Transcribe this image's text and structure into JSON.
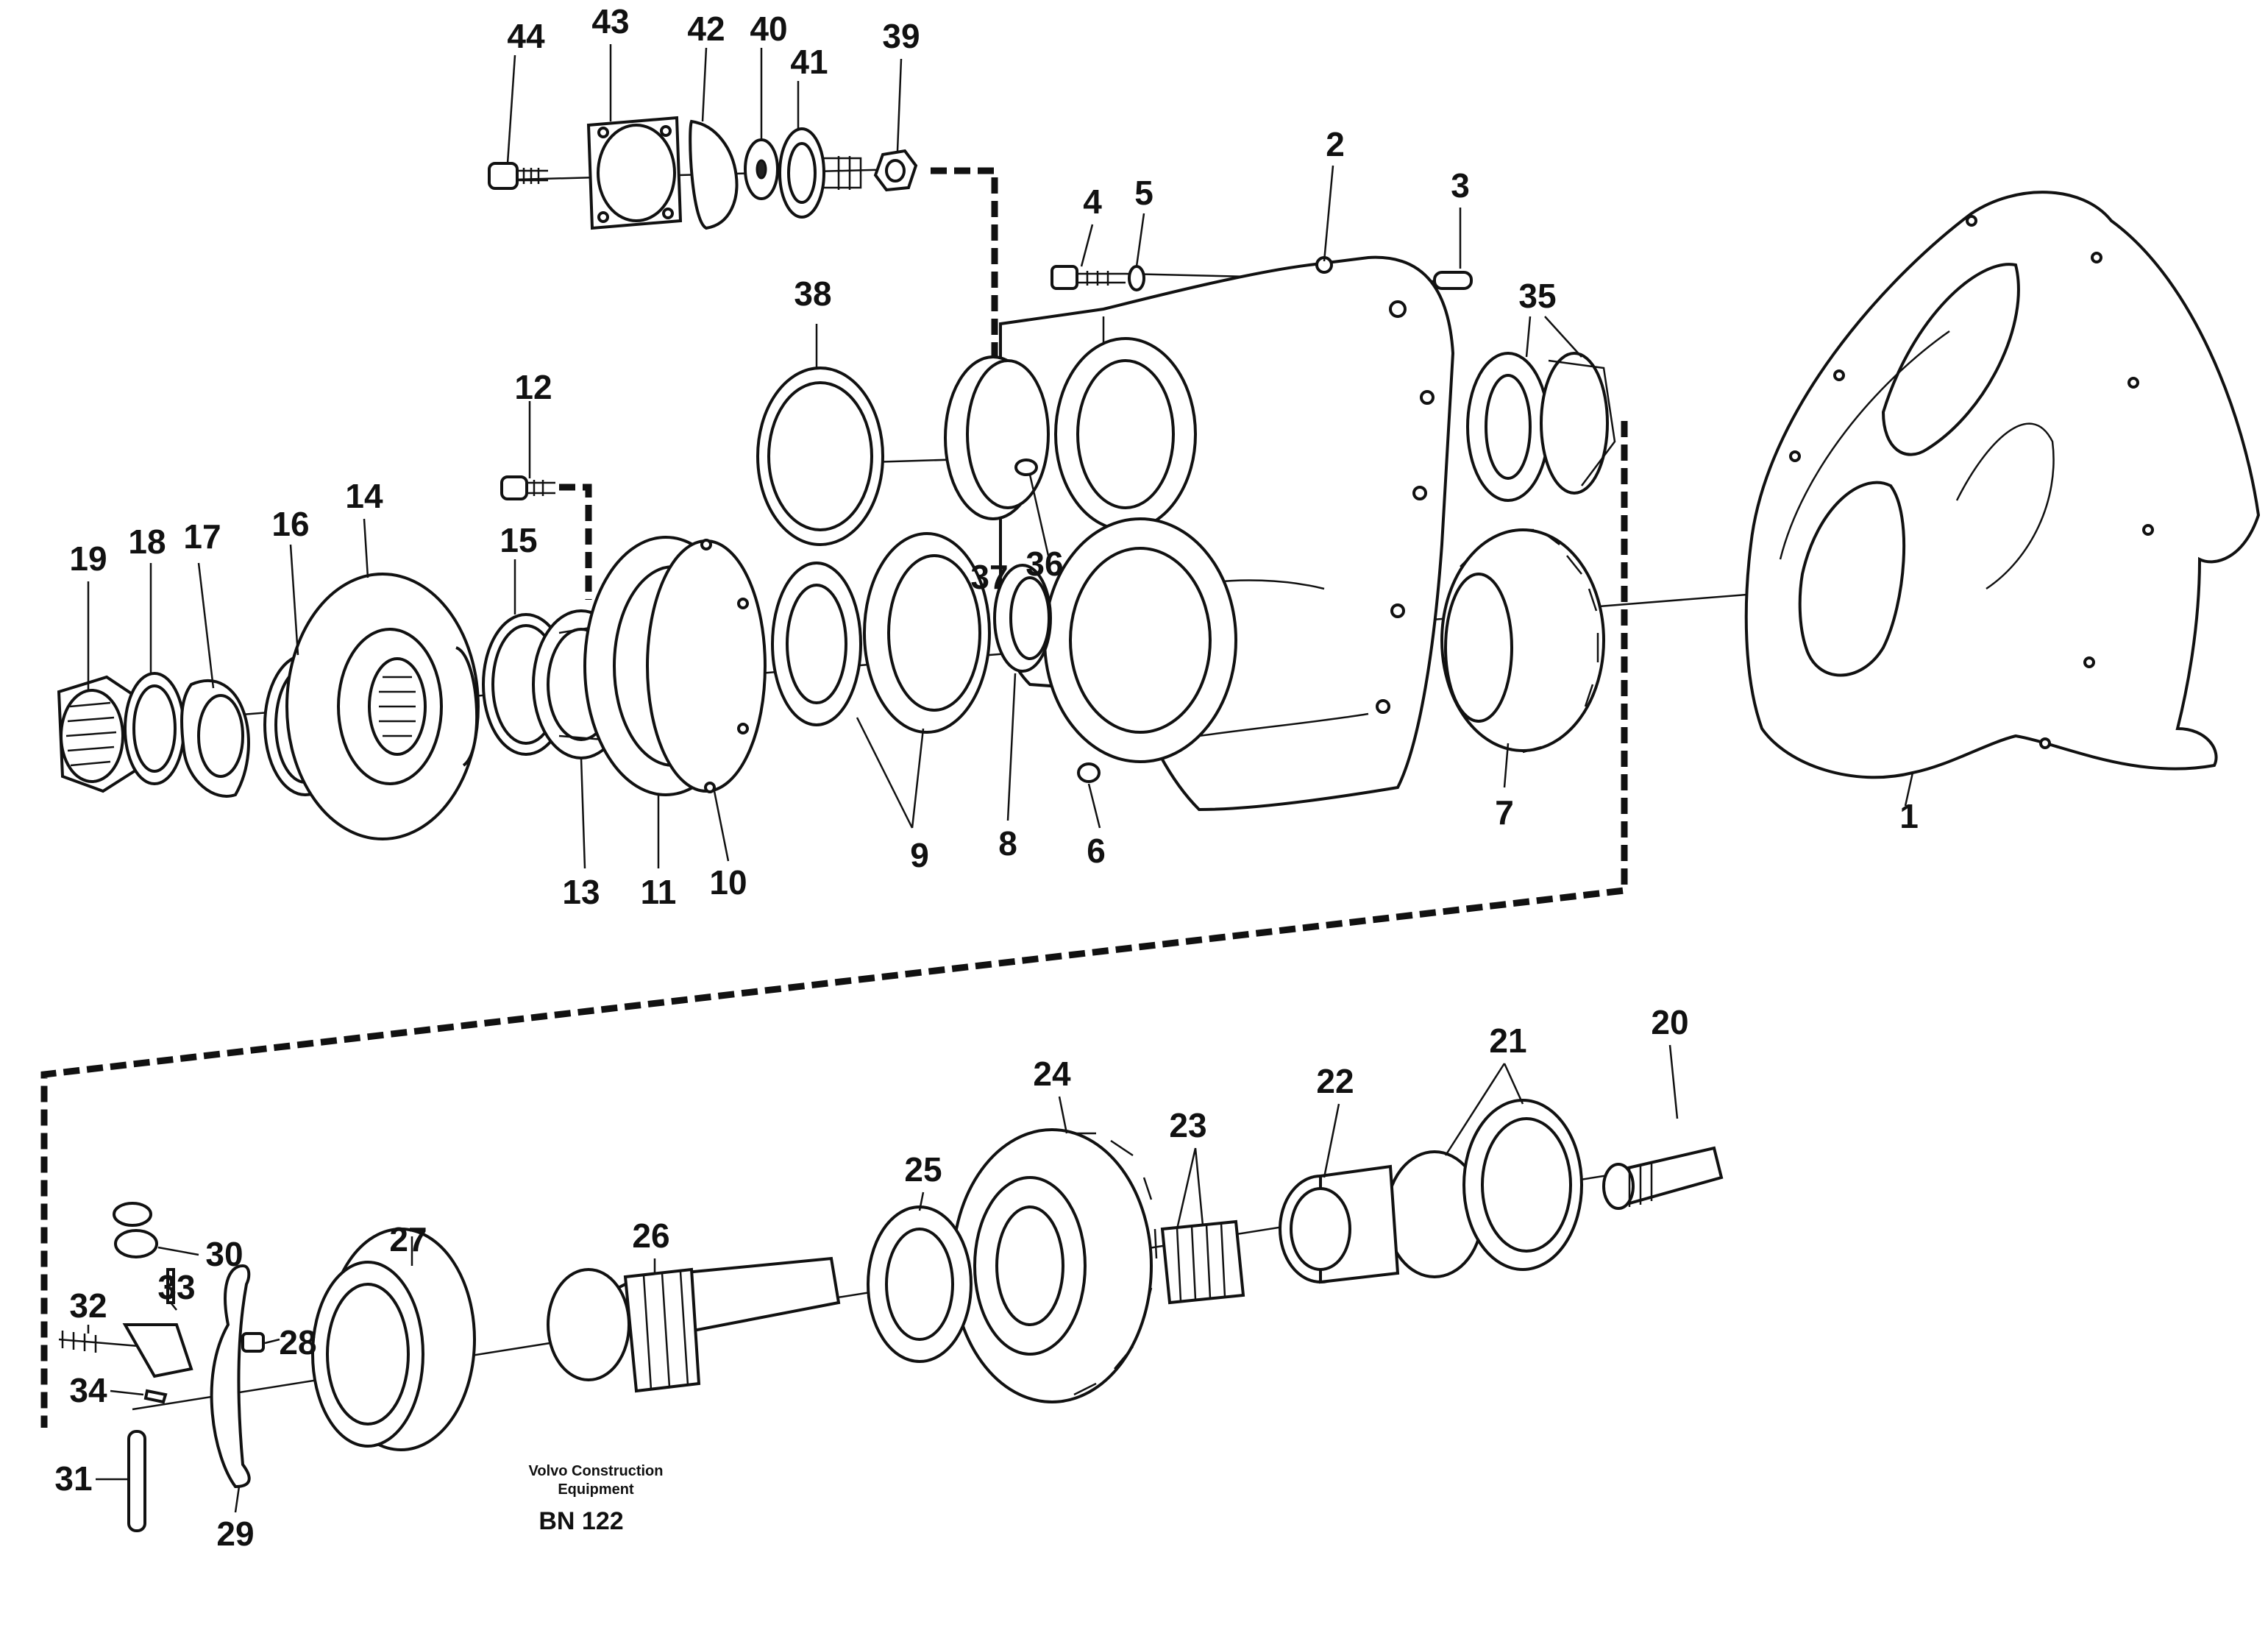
{
  "labels": {
    "l1": "1",
    "l2": "2",
    "l3": "3",
    "l4": "4",
    "l5": "5",
    "l6": "6",
    "l7": "7",
    "l8": "8",
    "l9": "9",
    "l10": "10",
    "l11": "11",
    "l12": "12",
    "l13": "13",
    "l14": "14",
    "l15": "15",
    "l16": "16",
    "l17": "17",
    "l18": "18",
    "l19": "19",
    "l20": "20",
    "l21": "21",
    "l22": "22",
    "l23": "23",
    "l24": "24",
    "l25": "25",
    "l26": "26",
    "l27": "27",
    "l28": "28",
    "l29": "29",
    "l30": "30",
    "l31": "31",
    "l32": "32",
    "l33": "33",
    "l34": "34",
    "l35": "35",
    "l36": "36",
    "l37": "37",
    "l38": "38",
    "l39": "39",
    "l40": "40",
    "l41": "41",
    "l42": "42",
    "l43": "43",
    "l44": "44"
  },
  "credit": {
    "line1": "Volvo Construction",
    "line2": "Equipment",
    "code": "BN 122"
  }
}
